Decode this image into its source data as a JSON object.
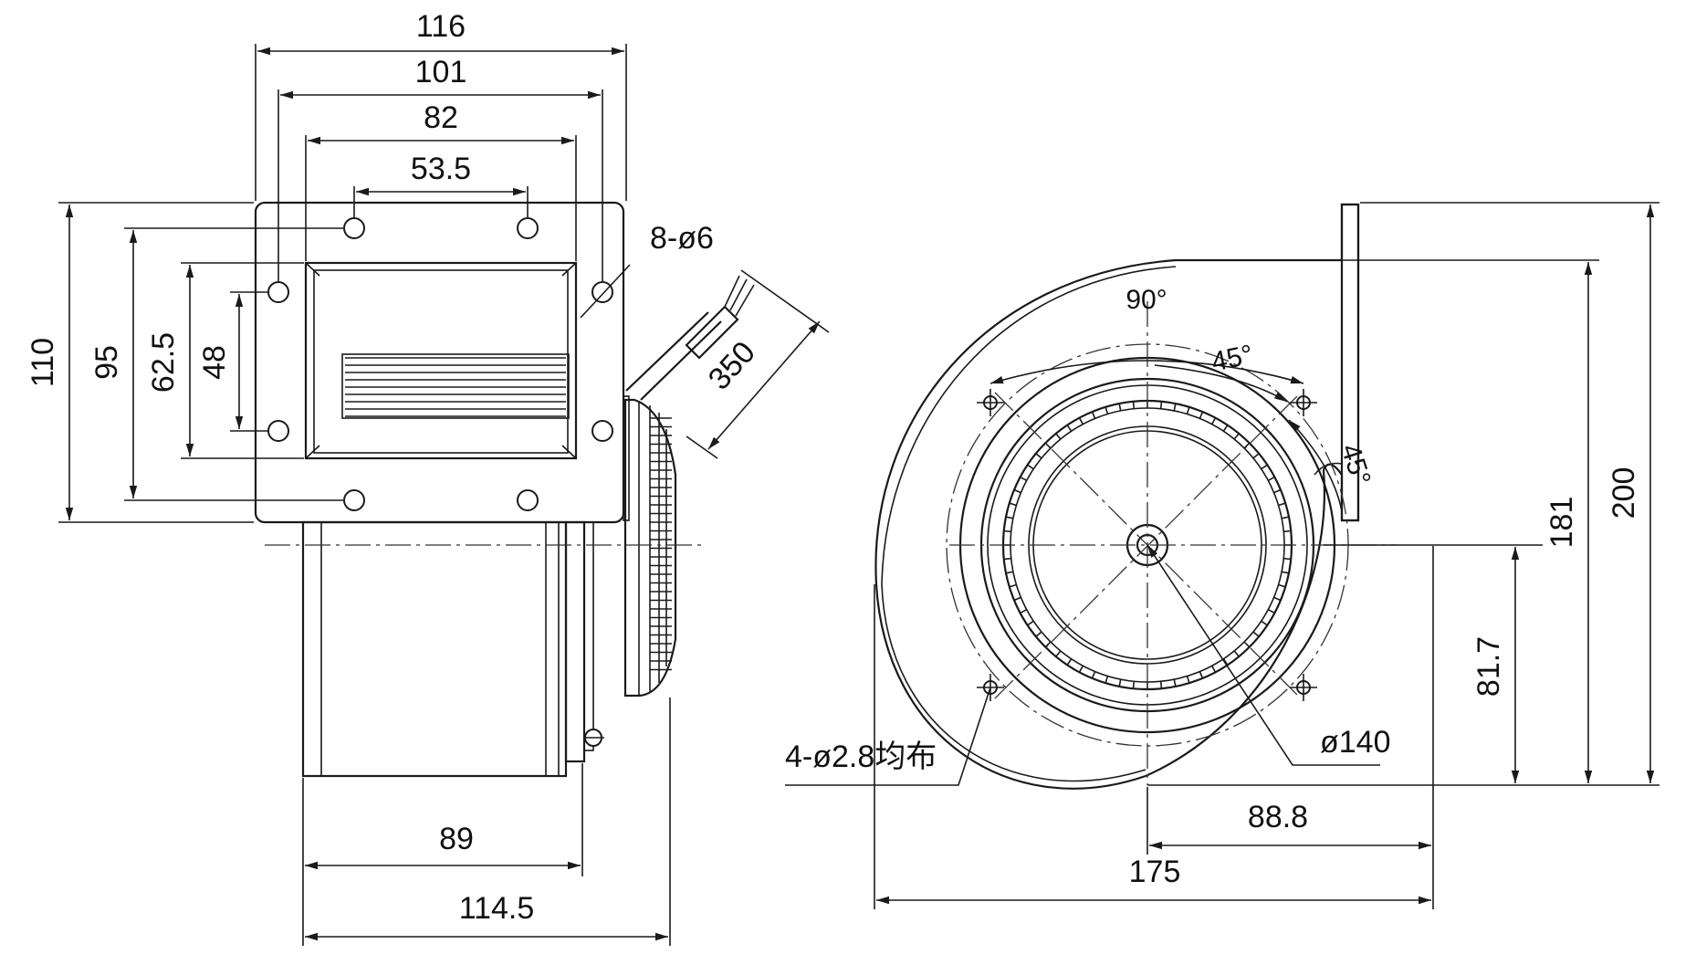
{
  "diagram": {
    "side_view": {
      "dim_116": "116",
      "dim_101": "101",
      "dim_82": "82",
      "dim_53_5": "53.5",
      "dim_110": "110",
      "dim_95": "95",
      "dim_62_5": "62.5",
      "dim_48": "48",
      "holes_label": "8-ø6",
      "cable_length": "350",
      "dim_89": "89",
      "dim_114_5": "114.5"
    },
    "front_view": {
      "angle_90": "90°",
      "angle_45_top": "45°",
      "angle_45_side": "45°",
      "holes_label": "4-ø2.8均布",
      "diameter": "ø140",
      "dim_200": "200",
      "dim_181": "181",
      "dim_81_7": "81.7",
      "dim_88_8": "88.8",
      "dim_175": "175"
    }
  }
}
